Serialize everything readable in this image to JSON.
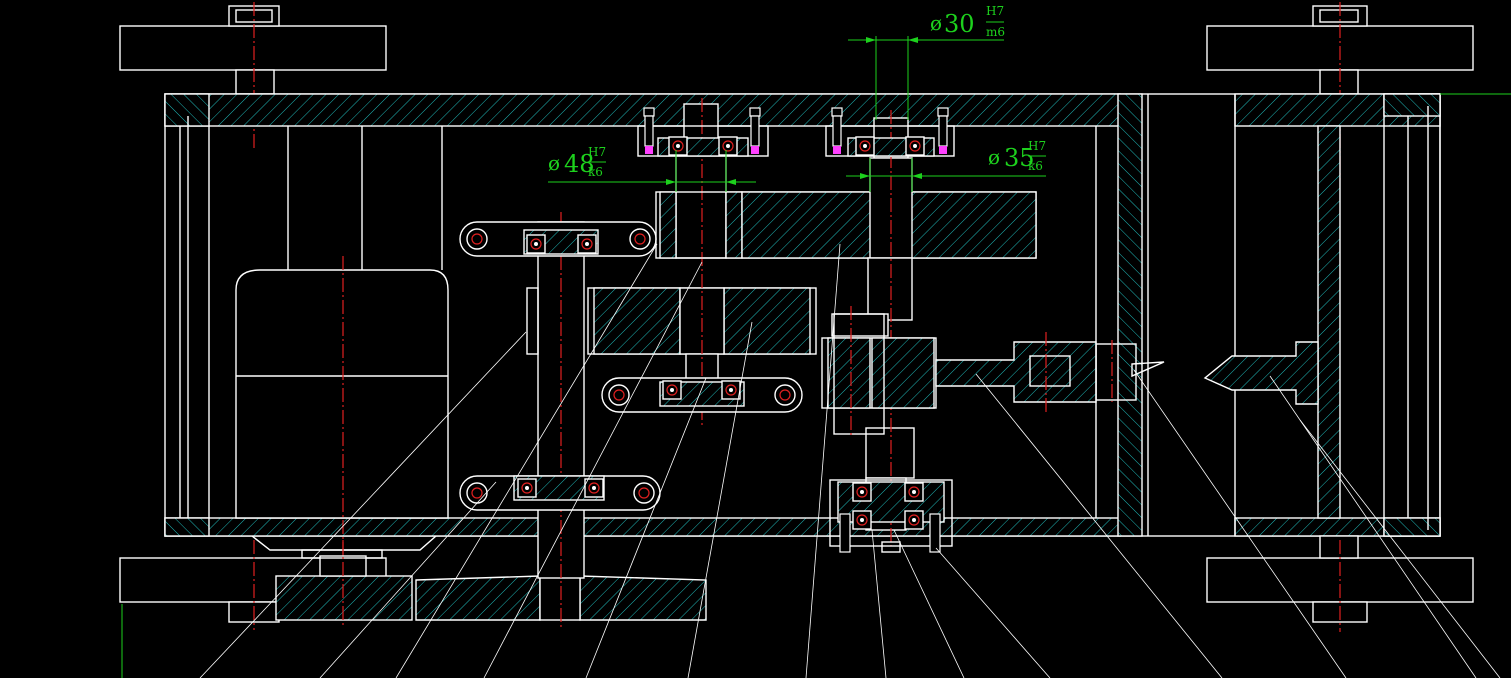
{
  "drawing": {
    "colors": {
      "background": "#000000",
      "outline": "#ffffff",
      "hatch": "#1fb8b8",
      "centerline": "#e02020",
      "dimension": "#1dd11d",
      "bolt_accent": "#ff40ff"
    },
    "dimensions": [
      {
        "id": "d30",
        "prefix": "ø",
        "size": "30",
        "upper": "H7",
        "lower": "m6"
      },
      {
        "id": "d48",
        "prefix": "ø",
        "size": "48",
        "upper": "H7",
        "lower": "k6"
      },
      {
        "id": "d35",
        "prefix": "ø",
        "size": "35",
        "upper": "H7",
        "lower": "k6"
      }
    ]
  }
}
